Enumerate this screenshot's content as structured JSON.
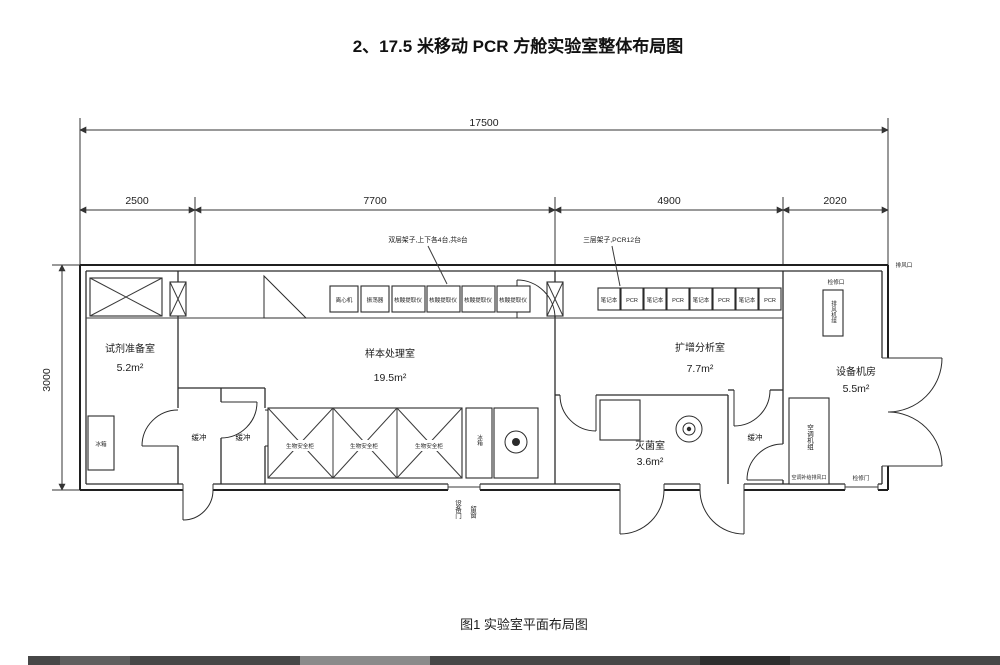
{
  "title": "2、17.5 米移动 PCR 方舱实验室整体布局图",
  "caption": "图1 实验室平面布局图",
  "dims": {
    "total": "17500",
    "seg1": "2500",
    "seg2": "7700",
    "seg3": "4900",
    "seg4": "2020",
    "height": "3000"
  },
  "annotations": {
    "rack_double": "双层架子,上下各4台,共8台",
    "rack_triple": "三层架子,PCR12台"
  },
  "rooms": {
    "reagent": {
      "name": "试剂准备室",
      "area": "5.2m²"
    },
    "sample": {
      "name": "样本处理室",
      "area": "19.5m²"
    },
    "amplification": {
      "name": "扩增分析室",
      "area": "7.7m²"
    },
    "sterilization": {
      "name": "灭菌室",
      "area": "3.6m²"
    },
    "equipment_room": {
      "name": "设备机房",
      "area": "5.5m²"
    }
  },
  "labels": {
    "buffer": "缓冲",
    "fridge": "冰箱",
    "device_door": "设备门",
    "window": "留窗",
    "hvac": "空调机组",
    "hvac_vent": "空调补给排风口",
    "exhaust": "排风机组",
    "exhaust_port": "排风口",
    "access_port": "检修口",
    "access_door": "检修门"
  },
  "equipment": {
    "centrifuge": "离心机",
    "shaker": "振荡器",
    "extractors": [
      "核酸提取仪",
      "核酸提取仪",
      "核酸提取仪",
      "核酸提取仪"
    ],
    "pcr_row": [
      "笔记本",
      "PCR",
      "笔记本",
      "PCR",
      "笔记本",
      "PCR",
      "笔记本",
      "PCR"
    ],
    "biosafety": [
      "生物安全柜",
      "生物安全柜",
      "生物安全柜"
    ]
  }
}
